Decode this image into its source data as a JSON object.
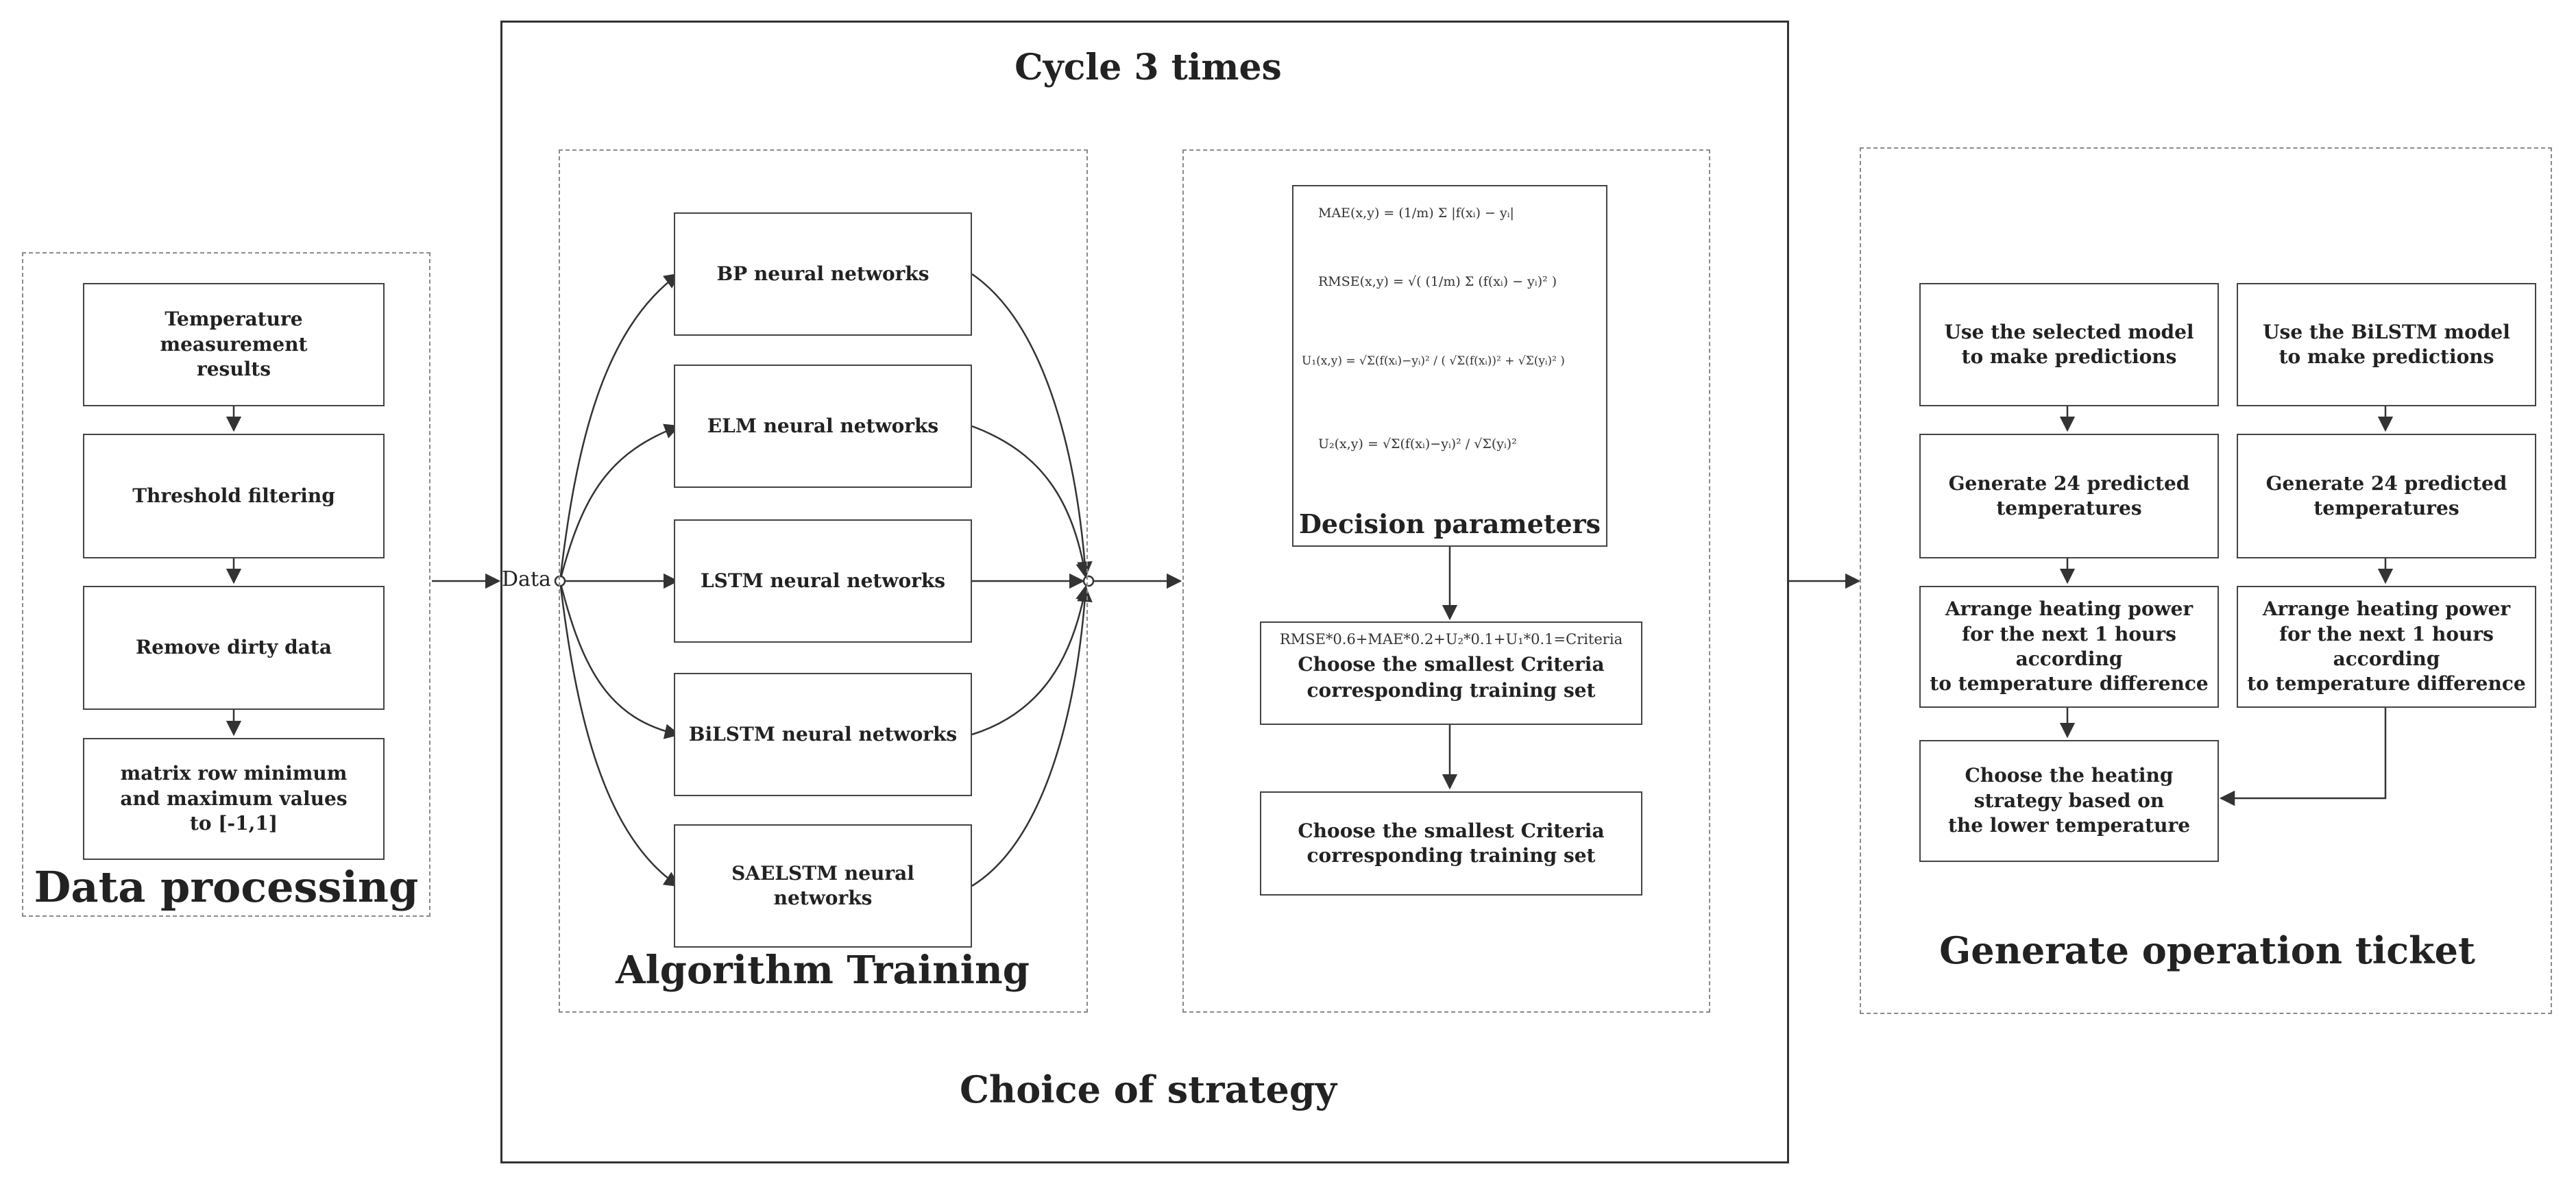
{
  "stages": {
    "data_processing": {
      "title": "Data processing",
      "steps": [
        "Temperature measurement\nresults",
        "Threshold filtering",
        "Remove dirty data",
        "matrix row minimum\nand maximum values\nto [-1,1]"
      ]
    },
    "strategy": {
      "title": "Choice of strategy",
      "cycle_label": "Cycle 3 times",
      "input_label": "Data",
      "algorithm_training": {
        "title": "Algorithm Training",
        "models": [
          "BP neural networks",
          "ELM neural networks",
          "LSTM neural networks",
          "BiLSTM neural networks",
          "SAELSTM neural networks"
        ]
      },
      "decision": {
        "parameters_title": "Decision parameters",
        "formulas": {
          "mae": "MAE(x,y) = (1/m) Σ |f(xᵢ) − yᵢ|",
          "rmse": "RMSE(x,y) = √( (1/m) Σ (f(xᵢ) − yᵢ)² )",
          "u1": "U₁(x,y) = √Σ(f(xᵢ)−yᵢ)² / ( √Σ(f(xᵢ))² + √Σ(yᵢ)² )",
          "u2": "U₂(x,y) = √Σ(f(xᵢ)−yᵢ)² / √Σ(yᵢ)²"
        },
        "criteria_equation": "RMSE*0.6+MAE*0.2+U₂*0.1+U₁*0.1=Criteria",
        "choose_label_1": "Choose the smallest Criteria\ncorresponding training set",
        "choose_label_2": "Choose the smallest Criteria\ncorresponding training set"
      }
    },
    "operation_ticket": {
      "title": "Generate operation ticket",
      "left_column": [
        "Use the selected model\nto make predictions",
        "Generate 24 predicted\ntemperatures",
        "Arrange heating power\nfor the next 1 hours according\nto temperature difference",
        "Choose the heating\nstrategy based on\nthe lower temperature"
      ],
      "right_column": [
        "Use the BiLSTM model\nto make predictions",
        "Generate 24 predicted\ntemperatures",
        "Arrange heating power\nfor the next 1 hours according\nto temperature difference"
      ]
    }
  }
}
